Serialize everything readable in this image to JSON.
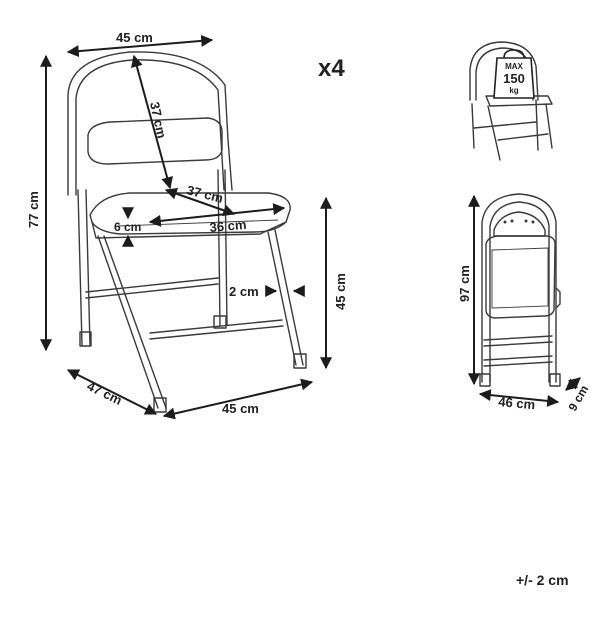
{
  "quantity": "x4",
  "tolerance": "+/- 2 cm",
  "weight_badge": {
    "line1": "MAX",
    "line2": "150",
    "line3": "kg"
  },
  "dimensions": {
    "top_width": "45 cm",
    "backrest_height": "37 cm",
    "total_height": "77 cm",
    "seat_depth": "37 cm",
    "seat_width": "36 cm",
    "seat_thickness": "6 cm",
    "leg_offset": "2 cm",
    "seat_height": "45 cm",
    "base_depth": "47 cm",
    "base_width": "45 cm",
    "folded_height": "97 cm",
    "folded_width": "46 cm",
    "folded_depth": "9 cm"
  },
  "colors": {
    "line": "#3a3a3a",
    "dimension": "#1c1c1c"
  }
}
